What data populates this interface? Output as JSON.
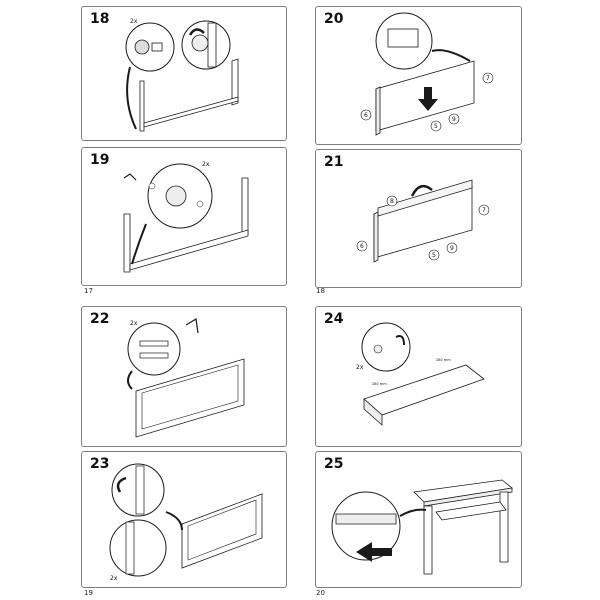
{
  "page_left": "17",
  "page_right": "18",
  "page_left_b": "19",
  "page_right_b": "20",
  "steps": [
    {
      "number": "18",
      "qty": "2x"
    },
    {
      "number": "20",
      "parts": [
        "7",
        "6",
        "5",
        "9"
      ]
    },
    {
      "number": "19",
      "qty": "2x"
    },
    {
      "number": "21",
      "parts": [
        "8",
        "7",
        "6",
        "5",
        "9"
      ]
    },
    {
      "number": "22",
      "qty": "2x"
    },
    {
      "number": "24",
      "qty": "2x",
      "dims": [
        "280 mm",
        "280 mm"
      ]
    },
    {
      "number": "23",
      "qty": "2x"
    },
    {
      "number": "25"
    }
  ],
  "colors": {
    "line": "#1a1a1a",
    "border": "#7f7f7f",
    "shade": "#e6e6e6"
  }
}
